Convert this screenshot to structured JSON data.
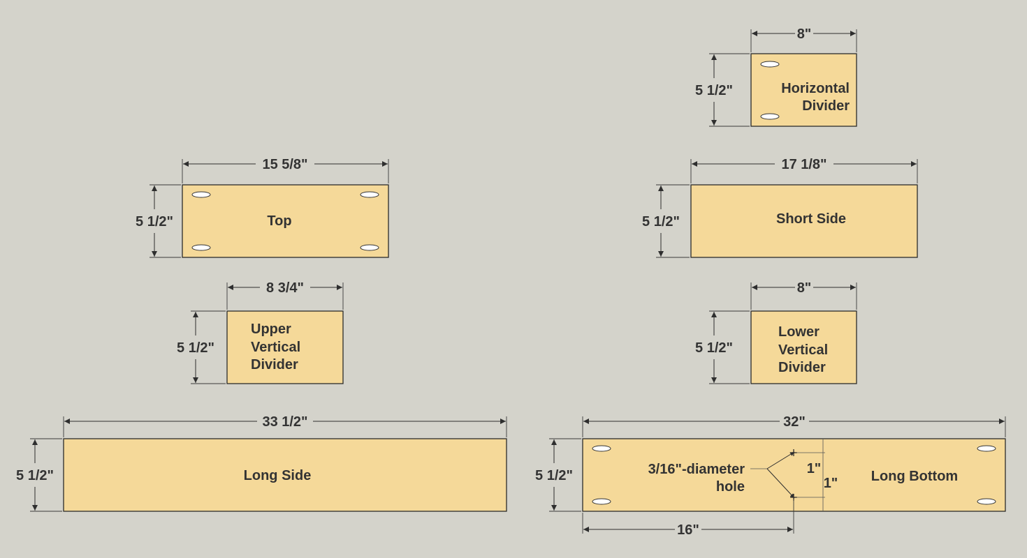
{
  "parts": {
    "horizontal_divider": {
      "name_line1": "Horizontal",
      "name_line2": "Divider",
      "width": "8\"",
      "height": "5 1/2\""
    },
    "top": {
      "name": "Top",
      "width": "15 5/8\"",
      "height": "5 1/2\""
    },
    "short_side": {
      "name": "Short Side",
      "width": "17 1/8\"",
      "height": "5 1/2\""
    },
    "upper_vertical_divider": {
      "name_line1": "Upper",
      "name_line2": "Vertical",
      "name_line3": "Divider",
      "width": "8 3/4\"",
      "height": "5 1/2\""
    },
    "lower_vertical_divider": {
      "name_line1": "Lower",
      "name_line2": "Vertical",
      "name_line3": "Divider",
      "width": "8\"",
      "height": "5 1/2\""
    },
    "long_side": {
      "name": "Long Side",
      "width": "33 1/2\"",
      "height": "5 1/2\""
    },
    "long_bottom": {
      "name": "Long Bottom",
      "width": "32\"",
      "height": "5 1/2\"",
      "hole_offset": "16\"",
      "hole_label_line1": "3/16\"-diameter",
      "hole_label_line2": "hole",
      "hole_dist_top": "1\"",
      "hole_dist_bottom": "1\""
    }
  }
}
